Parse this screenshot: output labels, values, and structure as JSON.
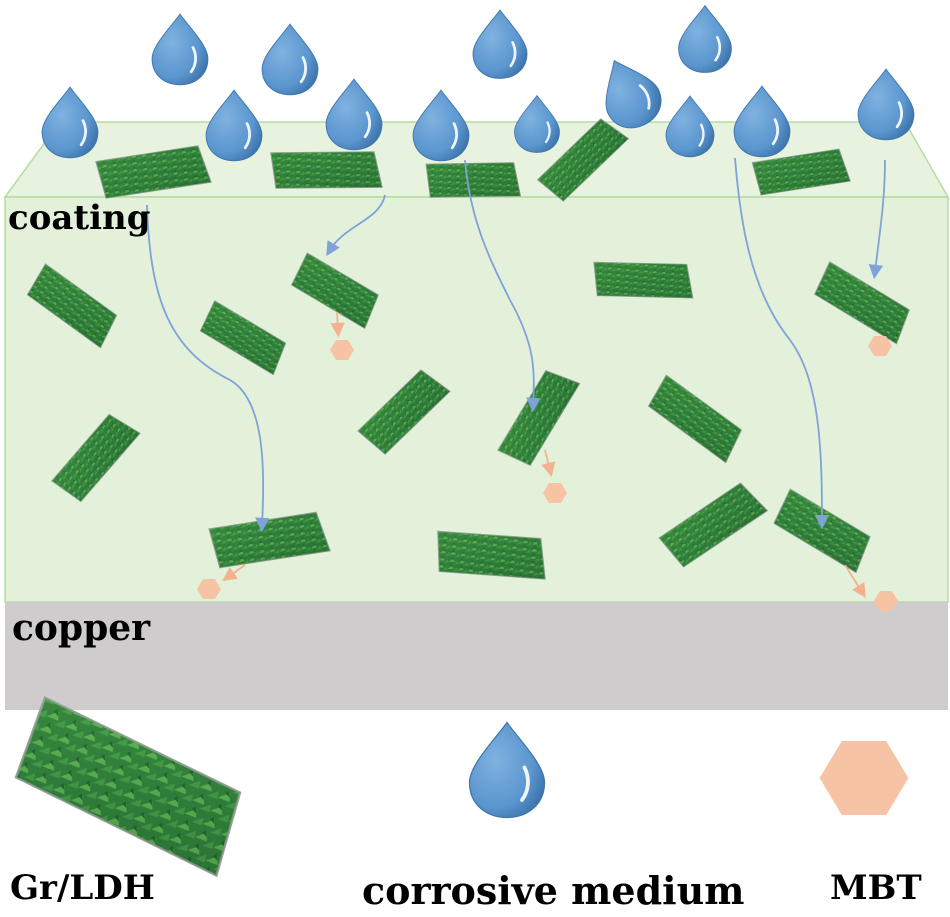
{
  "labels": {
    "coating": "coating",
    "copper": "copper",
    "gr_ldh": "Gr/LDH",
    "corrosive_medium": "corrosive medium",
    "mbt": "MBT"
  },
  "colors": {
    "coating_fill": "#e3f1da",
    "coating_edge": "#a9d595",
    "copper_fill": "#cecccd",
    "droplet": "#5b96cf",
    "droplet_edge": "#3f76ad",
    "flake_green": "#2f7d3a",
    "flake_light": "#6cbf5a",
    "mbt": "#f6c3a4",
    "path_blue": "#7ea3d8",
    "path_orange": "#f3b28f"
  },
  "icons": {
    "droplet": "droplet-icon",
    "flake": "gr-ldh-flake-icon",
    "mbt": "hexagon-icon"
  }
}
